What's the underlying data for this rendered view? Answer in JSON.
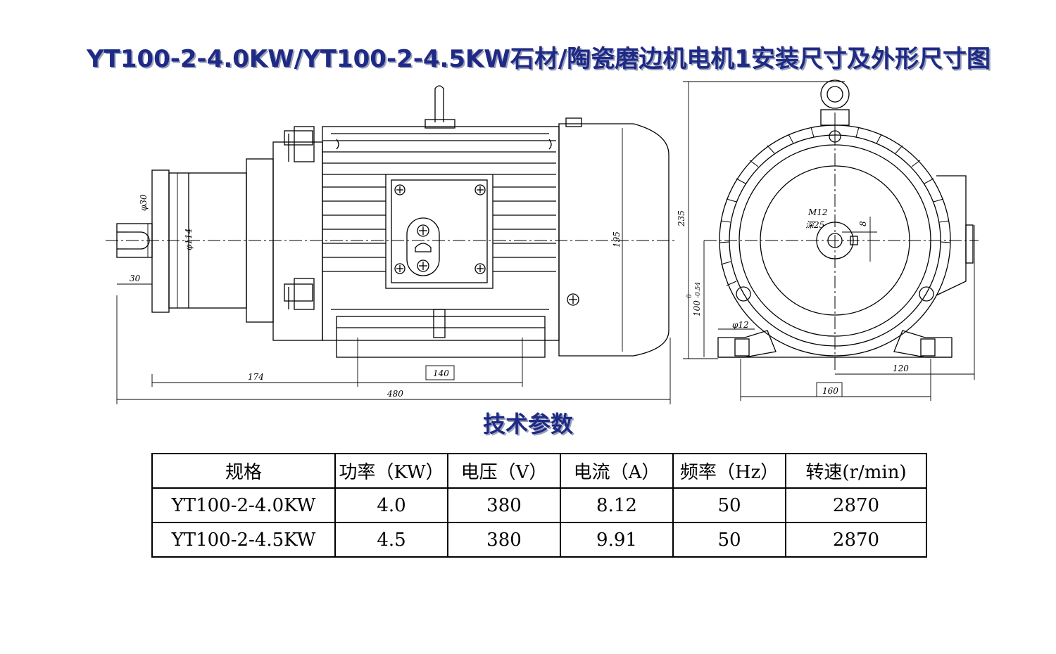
{
  "title": "YT100-2-4.0KW/YT100-2-4.5KW石材/陶瓷磨边机电机1安装尺寸及外形尺寸图",
  "section_title": "技术参数",
  "dimensions": {
    "shaft_dia": "φ30",
    "flange_dia": "φ114",
    "shaft_len": "30",
    "body_height": "195",
    "total_height": "235",
    "len_174": "174",
    "len_140": "140",
    "len_480": "480",
    "thread": "M12",
    "thread_depth": "深25",
    "key_w": "8",
    "center_h": "100",
    "tol_top": "0",
    "tol_bottom": "-0.54",
    "hole_dia": "φ12",
    "foot_120": "120",
    "foot_160": "160"
  },
  "table": {
    "headers": [
      "规格",
      "功率（KW）",
      "电压（V）",
      "电流（A）",
      "频率（Hz）",
      "转速(r/min)"
    ],
    "rows": [
      [
        "YT100-2-4.0KW",
        "4.0",
        "380",
        "8.12",
        "50",
        "2870"
      ],
      [
        "YT100-2-4.5KW",
        "4.5",
        "380",
        "9.91",
        "50",
        "2870"
      ]
    ]
  }
}
